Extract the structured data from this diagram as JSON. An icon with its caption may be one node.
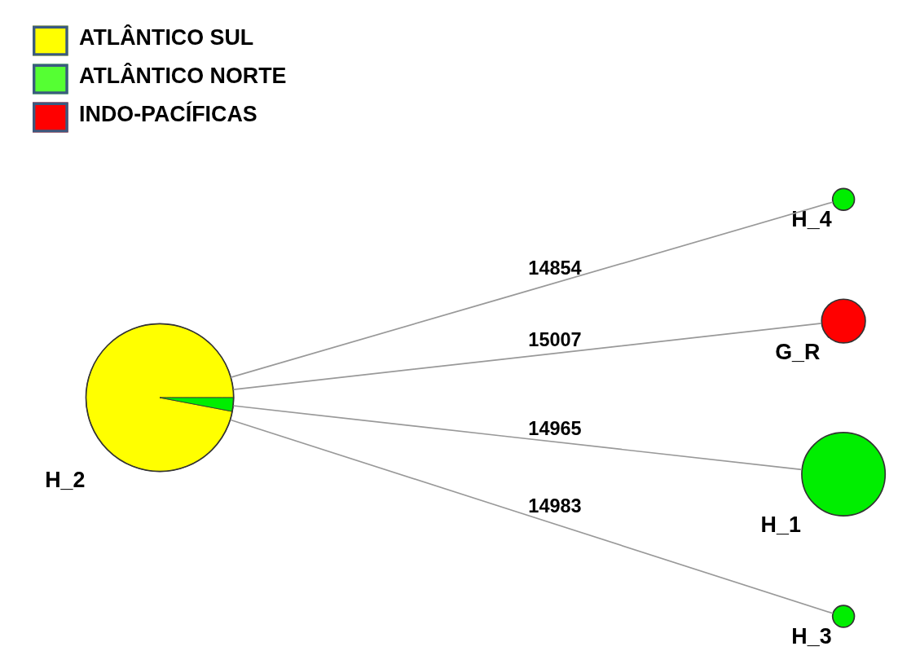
{
  "diagram": {
    "nodes": [
      {
        "text": [],
        "shape": "circle",
        "beside": [
          "H_4"
        ]
      },
      {
        "text": [],
        "shape": "circle",
        "beside": [
          "G_R"
        ]
      },
      {
        "text": [],
        "shape": "circle",
        "beside": [
          "H_2"
        ]
      },
      {
        "text": [],
        "shape": "circle",
        "beside": [
          "H_1"
        ]
      },
      {
        "text": [],
        "shape": "circle",
        "beside": [
          "H_3"
        ]
      }
    ],
    "edges": [
      {
        "from": 2,
        "to": 0,
        "arrow": "none",
        "label": "14854"
      },
      {
        "from": 2,
        "to": 1,
        "arrow": "none",
        "label": "15007"
      },
      {
        "from": 2,
        "to": 3,
        "arrow": "none",
        "label": "14965"
      },
      {
        "from": 2,
        "to": 4,
        "arrow": "none",
        "label": "14983"
      }
    ],
    "legend": [
      {
        "text": "ATLÂNTICO SUL",
        "color": "#ffff00"
      },
      {
        "text": "ATLÂNTICO NORTE",
        "color": "#55ff33"
      },
      {
        "text": "INDO-PACÍFICAS",
        "color": "#ff0000"
      }
    ]
  }
}
